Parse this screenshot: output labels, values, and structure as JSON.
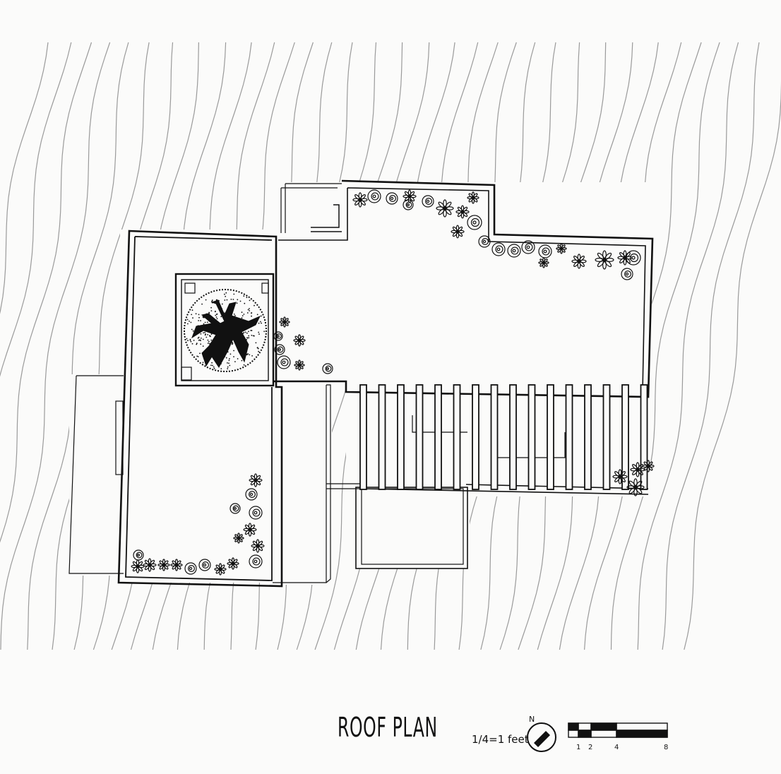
{
  "title": "ROOF PLAN",
  "scale": {
    "text": "1/4=1 feet",
    "north_label": "N",
    "bar_ticks": [
      "1",
      "2",
      "4",
      "8"
    ]
  },
  "colors": {
    "ink": "#111111",
    "contour": "#9a9a9a",
    "paper": "#fbfbfa"
  },
  "icons": [
    "tree-canopy-icon",
    "flower-cluster-icon",
    "north-arrow-icon"
  ]
}
